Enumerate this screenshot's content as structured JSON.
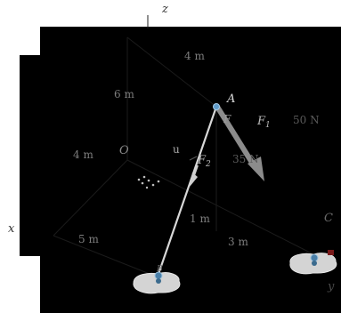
{
  "diagram": {
    "axes": {
      "z": "z",
      "x": "x",
      "y": "y"
    },
    "points": {
      "A": "A",
      "O": "O",
      "C": "C",
      "B": "B"
    },
    "vectors": {
      "u": "u",
      "F": "F",
      "F1": "F",
      "F1_sub": "1",
      "F2": "F",
      "F2_sub": "2"
    },
    "forces": {
      "F1_value": "50 N",
      "F2_value": "35 N"
    },
    "dimensions": {
      "top_4m": "4 m",
      "vertical_6m": "6 m",
      "left_4m": "4 m",
      "mid_1m": "1 m",
      "x_5m": "5 m",
      "y_3m": "3 m"
    },
    "colors": {
      "background": "#000000",
      "page": "#ffffff",
      "rod": "#d8d8d8",
      "force_arrow": "#909090",
      "anchor_blue": "#4a7fa8"
    }
  }
}
